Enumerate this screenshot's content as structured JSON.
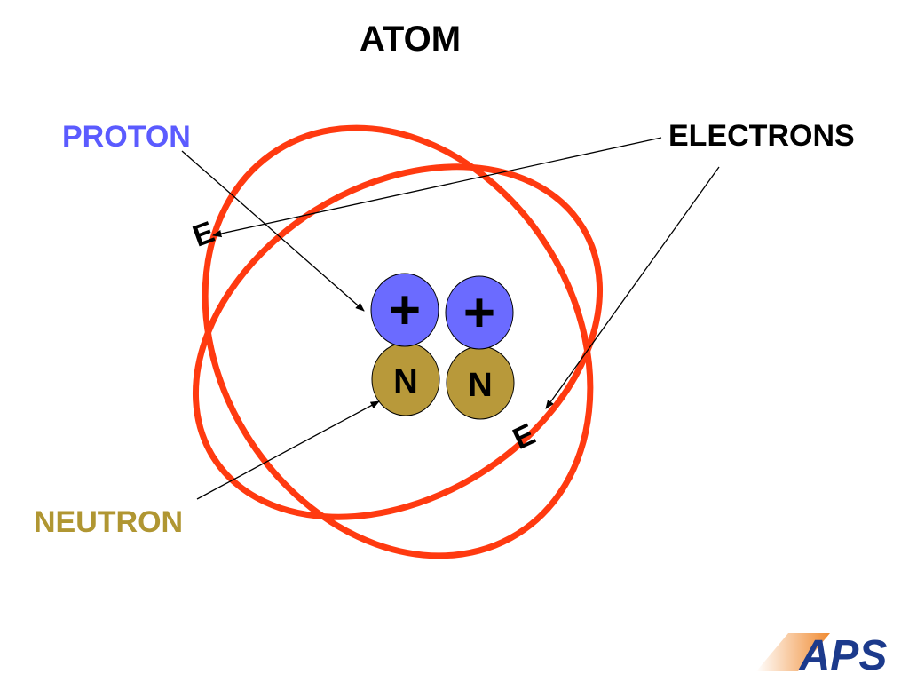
{
  "title": "ATOM",
  "labels": {
    "proton": "PROTON",
    "electrons": "ELECTRONS",
    "neutron": "NEUTRON"
  },
  "nucleus": {
    "proton_symbol": "+",
    "neutron_symbol": "N"
  },
  "electron_symbol": "E",
  "logo_text": "APS",
  "colors": {
    "orbit": "#ff3a10",
    "proton": "#6b6bff",
    "neutron": "#b8993a",
    "proton_label": "#5b5bff",
    "neutron_label": "#b09632",
    "logo_blue": "#1c3a8c",
    "logo_orange": "#f08a30"
  }
}
